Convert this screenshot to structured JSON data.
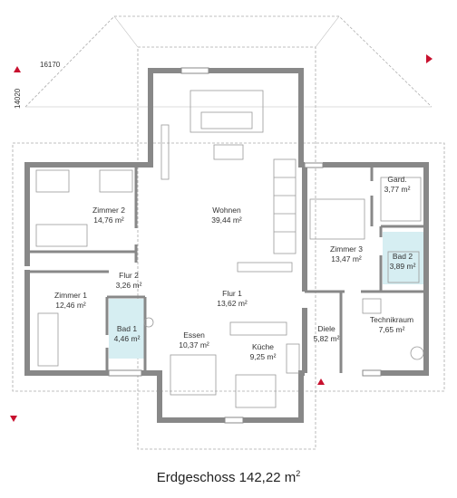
{
  "dimensions": {
    "width_label": "16170",
    "height_label": "14020"
  },
  "rooms": [
    {
      "id": "wohnen",
      "name": "Wohnen",
      "area": "39,44 m²"
    },
    {
      "id": "zimmer2",
      "name": "Zimmer 2",
      "area": "14,76 m²"
    },
    {
      "id": "zimmer3",
      "name": "Zimmer 3",
      "area": "13,47 m²"
    },
    {
      "id": "gard",
      "name": "Gard.",
      "area": "3,77 m²"
    },
    {
      "id": "bad2",
      "name": "Bad 2",
      "area": "3,89 m²"
    },
    {
      "id": "flur2",
      "name": "Flur 2",
      "area": "3,26 m²"
    },
    {
      "id": "flur1",
      "name": "Flur 1",
      "area": "13,62 m²"
    },
    {
      "id": "zimmer1",
      "name": "Zimmer 1",
      "area": "12,46 m²"
    },
    {
      "id": "bad1",
      "name": "Bad 1",
      "area": "4,46 m²"
    },
    {
      "id": "essen",
      "name": "Essen",
      "area": "10,37 m²"
    },
    {
      "id": "kueche",
      "name": "Küche",
      "area": "9,25 m²"
    },
    {
      "id": "diele",
      "name": "Diele",
      "area": "5,82 m²"
    },
    {
      "id": "technikraum",
      "name": "Technikraum",
      "area": "7,65 m²"
    }
  ],
  "caption": {
    "text": "Erdgeschoss 142,22 m",
    "superscript": "2"
  },
  "colors": {
    "wall": "#888888",
    "arrow": "#c8102e",
    "bath_tile": "#d6eef2",
    "line": "#999999"
  }
}
